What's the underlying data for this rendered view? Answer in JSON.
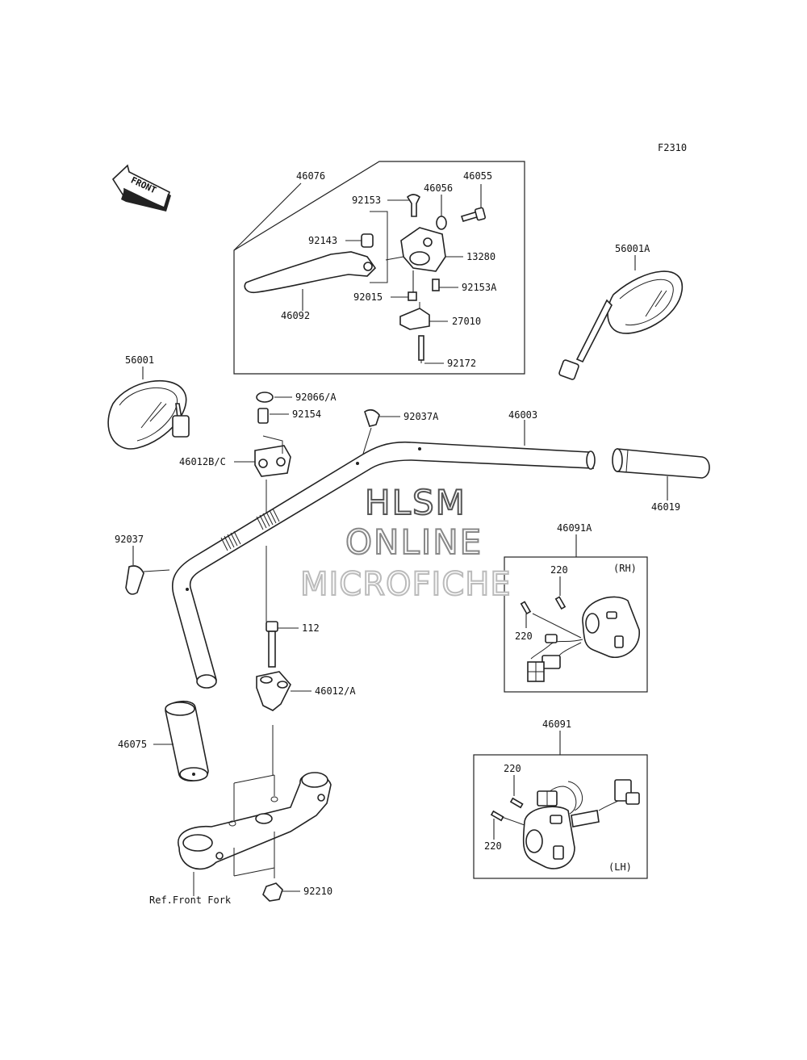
{
  "figure_code": "F2310",
  "front_arrow_label": "FRONT",
  "reference_label": "Ref.Front Fork",
  "side_labels": {
    "rh": "(RH)",
    "lh": "(LH)"
  },
  "watermark": {
    "line1": "HLSM",
    "line2": "ONLINE",
    "line3": "MICROFICHE"
  },
  "parts": {
    "p46076": "46076",
    "p92153": "92153",
    "p46056": "46056",
    "p46055": "46055",
    "p92143": "92143",
    "p13280": "13280",
    "p92153A": "92153A",
    "p92015": "92015",
    "p46092": "46092",
    "p27010": "27010",
    "p92172": "92172",
    "p56001A": "56001A",
    "p56001": "56001",
    "p92066A": "92066/A",
    "p92154": "92154",
    "p92037A": "92037A",
    "p46003": "46003",
    "p46012BC": "46012B/C",
    "p46019": "46019",
    "p92037": "92037",
    "p46091A": "46091A",
    "p220a": "220",
    "p220b": "220",
    "p112": "112",
    "p46012A": "46012/A",
    "p46075": "46075",
    "p46091": "46091",
    "p220c": "220",
    "p220d": "220",
    "p92210": "92210"
  }
}
